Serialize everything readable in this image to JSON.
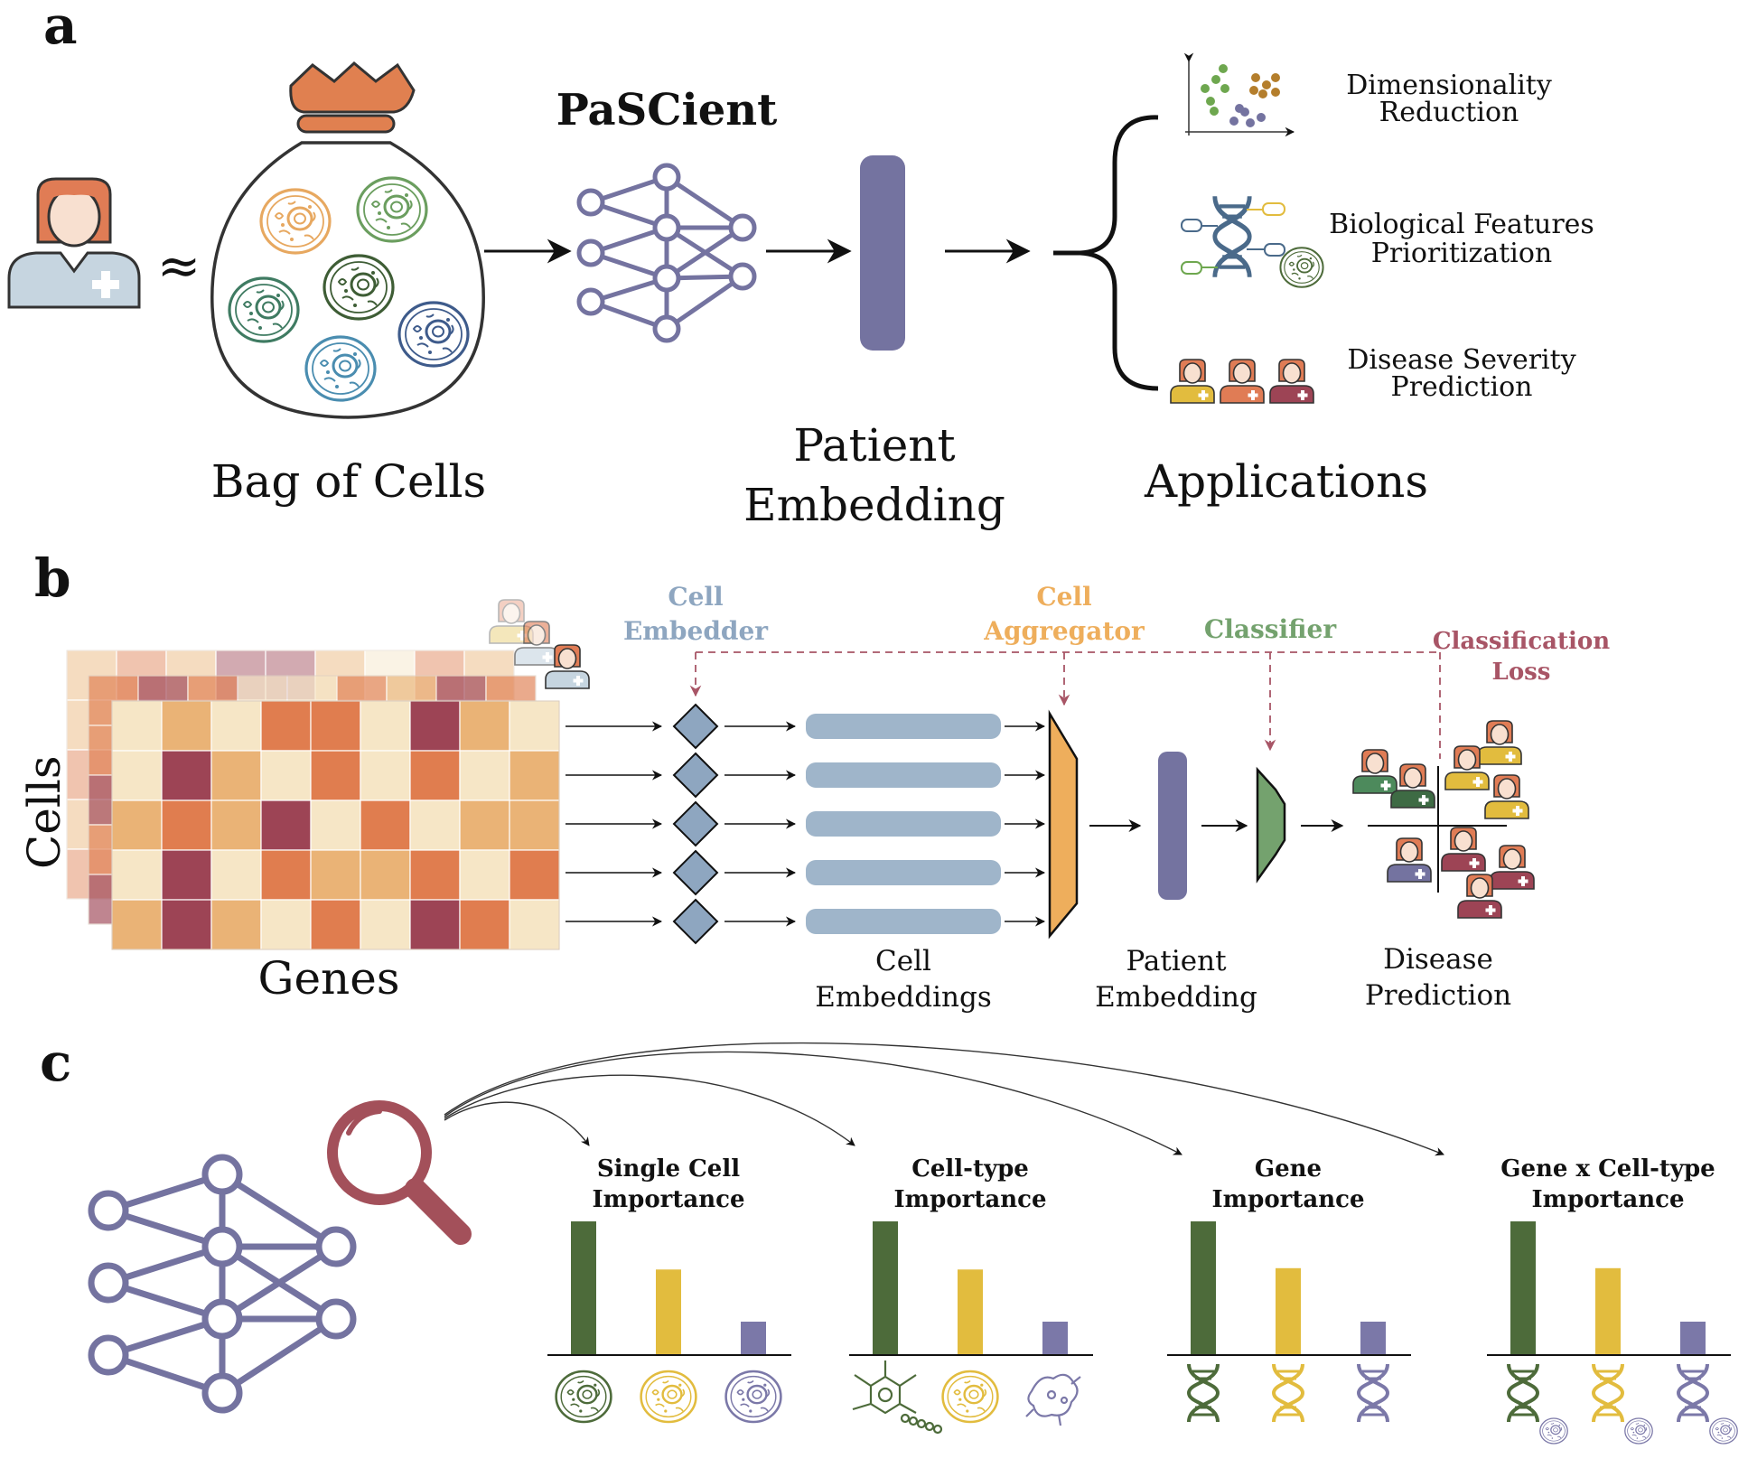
{
  "panels": {
    "a": {
      "label": "a",
      "model_name": "PaSCient",
      "bag_label": "Bag of Cells",
      "approx_symbol": "≈",
      "embedding_label_line1": "Patient",
      "embedding_label_line2": "Embedding",
      "applications_label": "Applications",
      "applications": [
        {
          "line1": "Dimensionality",
          "line2": "Reduction",
          "icon": "scatter-plot-icon"
        },
        {
          "line1": "Biological Features",
          "line2": "Prioritization",
          "icon": "dna-icon"
        },
        {
          "line1": "Disease Severity",
          "line2": "Prediction",
          "icon": "patients-icon"
        }
      ]
    },
    "b": {
      "label": "b",
      "matrix_row_label": "Cells",
      "matrix_col_label": "Genes",
      "cell_embedder_line1": "Cell",
      "cell_embedder_line2": "Embedder",
      "cell_aggregator_line1": "Cell",
      "cell_aggregator_line2": "Aggregator",
      "classifier_label": "Classifier",
      "loss_line1": "Classification",
      "loss_line2": "Loss",
      "cell_embeddings_line1": "Cell",
      "cell_embeddings_line2": "Embeddings",
      "patient_embedding_line1": "Patient",
      "patient_embedding_line2": "Embedding",
      "disease_prediction_line1": "Disease",
      "disease_prediction_line2": "Prediction",
      "heatmap_palette": [
        "#f6e6c6",
        "#eab376",
        "#e07d4f",
        "#9d4455"
      ],
      "heatmap_grid": [
        [
          0,
          1,
          0,
          2,
          2,
          0,
          3,
          1,
          0
        ],
        [
          0,
          3,
          1,
          0,
          2,
          0,
          2,
          0,
          1
        ],
        [
          1,
          2,
          1,
          3,
          0,
          2,
          0,
          1,
          1
        ],
        [
          0,
          3,
          0,
          2,
          1,
          1,
          2,
          0,
          2
        ],
        [
          1,
          3,
          1,
          0,
          2,
          0,
          3,
          2,
          0
        ]
      ]
    },
    "c": {
      "label": "c",
      "groups": [
        {
          "line1": "Single Cell",
          "line2": "Importance",
          "values": [
            1.0,
            0.64,
            0.25
          ]
        },
        {
          "line1": "Cell-type",
          "line2": "Importance",
          "values": [
            1.0,
            0.64,
            0.25
          ]
        },
        {
          "line1": "Gene",
          "line2": "Importance",
          "values": [
            1.0,
            0.65,
            0.25
          ]
        },
        {
          "line1": "Gene x Cell-type",
          "line2": "Importance",
          "values": [
            1.0,
            0.65,
            0.25
          ]
        }
      ]
    }
  },
  "colors": {
    "network": "#7473a0",
    "embedding_bar": "#7473a0",
    "cell_embedder": "#8ea6c0",
    "aggregator": "#eeae5c",
    "classifier": "#74a26e",
    "loss": "#a85566",
    "bar_green": "#4d6b3a",
    "bar_yellow": "#e2bc3e",
    "bar_purple": "#7b78a8",
    "magnifier": "#a3505a",
    "bag": "#e08050",
    "patient_skin": "#f8e0d0",
    "patient_hair": "#e07c55",
    "patient_coat": "#c6d5e0"
  }
}
